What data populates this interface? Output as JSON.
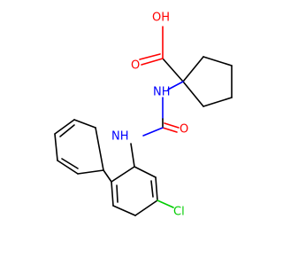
{
  "atoms": {
    "hydroxyl": "OH",
    "carbonyl_acid": "O",
    "amine_top": "NH",
    "carbonyl_urea": "O",
    "amine_bottom": "NH",
    "chlorine": "Cl"
  },
  "colors": {
    "carbon": "#000000",
    "oxygen": "#ff0000",
    "nitrogen": "#0000ff",
    "chlorine": "#00cc00"
  }
}
